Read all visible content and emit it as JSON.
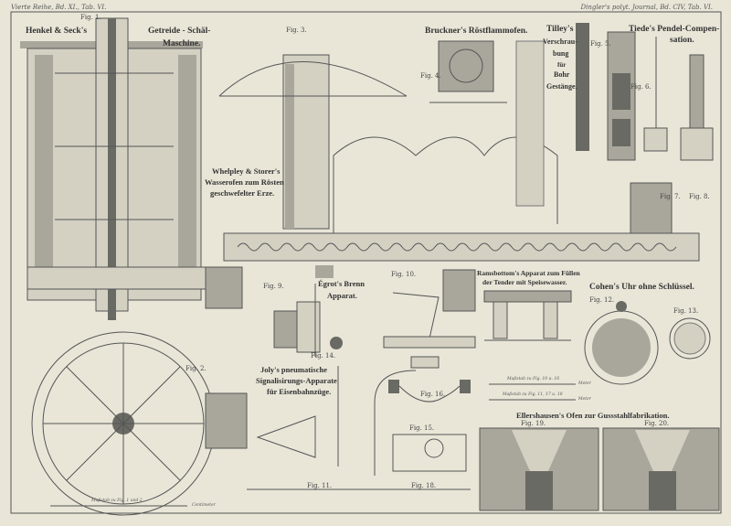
{
  "header": {
    "left": "Vierte Reihe, Bd. XI., Tab. VI.",
    "right": "Dingler's polyt. Journal, Bd. CIV, Tab. VI."
  },
  "titles": {
    "henkel_1": "Henkel & Seck's",
    "henkel_2": "Getreide - Schäl-",
    "henkel_3": "Maschine.",
    "bruckner": "Bruckner's Röstflammofen.",
    "tilley_1": "Tilley's",
    "tilley_2": "Verschrau-",
    "tilley_3": "bung",
    "tilley_4": "für",
    "tilley_5": "Bohr",
    "tilley_6": "Gestänge.",
    "tiede_1": "Tiede's Pendel-Compen-",
    "tiede_2": "sation.",
    "whelpley_1": "Whelpley & Storer's",
    "whelpley_2": "Wasserofen zum Rösten",
    "whelpley_3": "geschwefelter Erze.",
    "egrot_1": "Égrot's Brenn",
    "egrot_2": "Apparat.",
    "ramsbottom_1": "Ramsbottom's Apparat zum Füllen",
    "ramsbottom_2": "der Tender mit Speisewasser.",
    "cohen": "Cohen's Uhr ohne Schlüssel.",
    "joly_1": "Joly's pneumatische",
    "joly_2": "Signalisirungs-Apparate",
    "joly_3": "für Eisenbahnzüge.",
    "ellershausen": "Ellershausen's Ofen zur Gussstahlfabrikation."
  },
  "figures": {
    "f1": "Fig. 1.",
    "f2": "Fig. 2.",
    "f3": "Fig. 3.",
    "f4": "Fig. 4.",
    "f5": "Fig. 5.",
    "f6": "Fig. 6.",
    "f7": "Fig. 7.",
    "f8": "Fig. 8.",
    "f9": "Fig. 9.",
    "f10": "Fig. 10.",
    "f11": "Fig. 11.",
    "f12": "Fig. 12.",
    "f13": "Fig. 13.",
    "f14": "Fig. 14.",
    "f15": "Fig. 15.",
    "f16": "Fig. 16.",
    "f18": "Fig. 18.",
    "f19": "Fig. 19.",
    "f20": "Fig. 20."
  },
  "scales": {
    "s1": "Maßstab zu Fig. 1 und 2",
    "s1_unit": "Centimeter",
    "s2": "Maßstab zu Fig. 10 u. 16",
    "s3": "Maßstab zu Fig. 11, 17 u. 18",
    "unit": "Meter"
  }
}
